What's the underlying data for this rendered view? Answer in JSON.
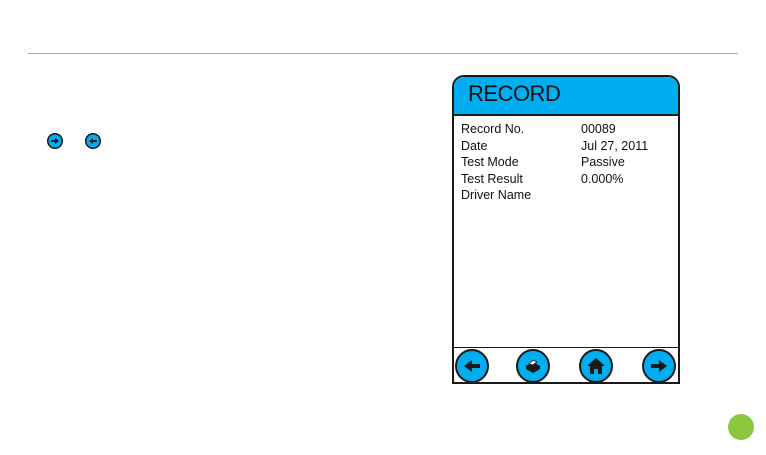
{
  "screen": {
    "title": "RECORD",
    "fields": [
      {
        "label": "Record No.",
        "value": "00089"
      },
      {
        "label": "Date",
        "value": "Jul 27, 2011"
      },
      {
        "label": "Test Mode",
        "value": "Passive"
      },
      {
        "label": "Test Result",
        "value": "0.000%"
      },
      {
        "label": "Driver Name",
        "value": ""
      }
    ]
  },
  "nav": {
    "buttons": [
      "back-arrow-icon",
      "printer-icon",
      "home-icon",
      "forward-arrow-icon"
    ]
  },
  "side_icons": [
    "forward-arrow-icon",
    "back-arrow-icon"
  ],
  "colors": {
    "accent": "#00aeef",
    "rule_green": "#8dc63f",
    "outline": "#1a1a1a"
  }
}
